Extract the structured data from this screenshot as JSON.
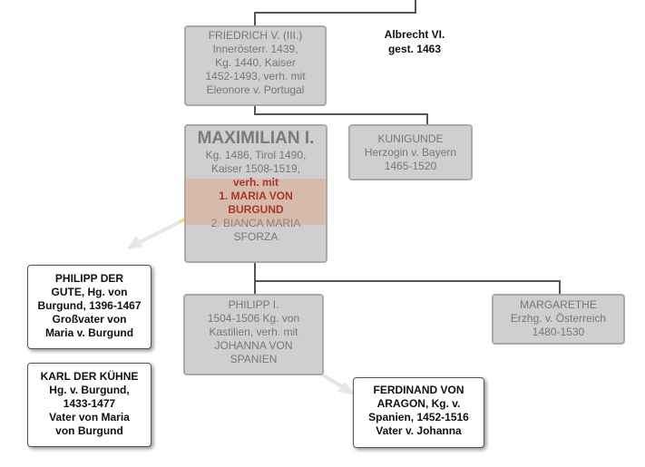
{
  "colors": {
    "grey_box": "#cfcfcf",
    "grey_border": "#a9a9a9",
    "grey_text": "#777777",
    "highlight": "#e8a98a",
    "red_text": "#8b0000",
    "connector": "#555555",
    "arrow": "#e6e6e6",
    "arrow_yellow": "#f2e07a"
  },
  "friedrich": {
    "lines": [
      "FRIEDRICH V. (III.)",
      "Innerösterr. 1439,",
      "Kg. 1440, Kaiser",
      "1452-1493, verh. mit",
      "Eleonore v. Portugal"
    ]
  },
  "albrecht": {
    "lines": [
      "Albrecht VI.",
      "gest. 1463"
    ]
  },
  "maximilian": {
    "name": "MAXIMILIAN I.",
    "lines": [
      "Kg. 1486, Tirol 1490,",
      "Kaiser 1508-1519,"
    ],
    "red_lines": [
      "verh. mit",
      "1. MARIA VON",
      "BURGUND"
    ],
    "after_lines": [
      "2. BIANCA MARIA",
      "SFORZA"
    ]
  },
  "kunigunde": {
    "lines": [
      "KUNIGUNDE",
      "Herzogin v. Bayern",
      "1465-1520"
    ]
  },
  "philipp_gute": {
    "lines": [
      "PHILIPP DER",
      "GUTE, Hg. von",
      "Burgund, 1396-1467",
      "Großvater von",
      "Maria v. Burgund"
    ]
  },
  "karl": {
    "lines": [
      "KARL DER KÜHNE",
      "Hg. v. Burgund,",
      "1433-1477",
      "Vater von Maria",
      "von Burgund"
    ]
  },
  "philipp1": {
    "lines": [
      "PHILIPP I.",
      "1504-1506 Kg. von",
      "Kastilien, verh. mit",
      "JOHANNA VON",
      "SPANIEN"
    ]
  },
  "margarethe": {
    "lines": [
      "MARGARETHE",
      "Erzhg. v. Österreich",
      "1480-1530"
    ]
  },
  "ferdinand": {
    "lines": [
      "FERDINAND VON",
      "ARAGON, Kg. v.",
      "Spanien, 1452-1516",
      "Vater v. Johanna"
    ]
  }
}
